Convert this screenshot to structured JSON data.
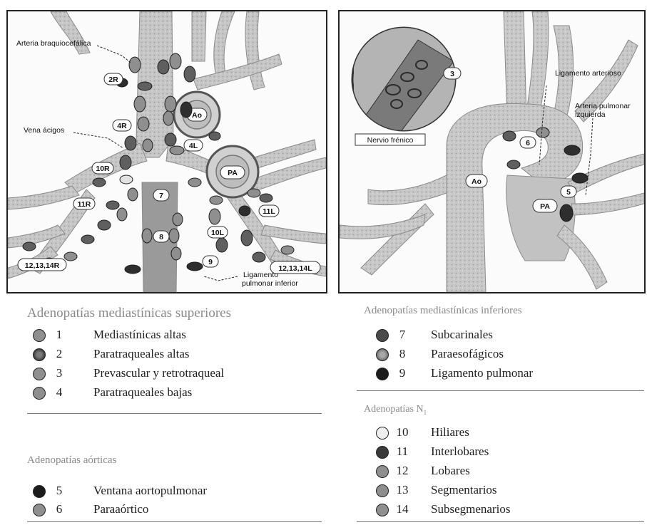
{
  "colors": {
    "tissue": "#c9c9c9",
    "tissue_dark": "#a7a7a7",
    "node_dark": "#2e2e2e",
    "node_mid": "#5f5f5f",
    "node_light": "#8f8f8f",
    "node_pale": "#e2e2e2",
    "header_gray": "#8a8a8a"
  },
  "left_panel": {
    "labels": {
      "brachiocephalic": "Arteria braquiocefálica",
      "azygos": "Vena ácigos",
      "ligament": "Ligamento",
      "ligament2": "pulmonar inferior"
    },
    "vessels": {
      "ao": "Ao",
      "pa": "PA"
    },
    "stations": [
      "2R",
      "4R",
      "4L",
      "10R",
      "11R",
      "7",
      "8",
      "9",
      "10L",
      "11L",
      "12,13,14R",
      "12,13,14L"
    ]
  },
  "right_panel": {
    "labels": {
      "phrenic": "Nervio frénico",
      "ligamentum": "Ligamento arterioso",
      "pulm_artery_1": "Arteria pulmonar",
      "pulm_artery_2": "izquierda"
    },
    "vessels": {
      "ao": "Ao",
      "pa": "PA"
    },
    "stations": [
      "3",
      "6",
      "5"
    ]
  },
  "legend": {
    "superior": {
      "title": "Adenopatías mediastínicas superiores",
      "items": [
        {
          "num": "1",
          "label": "Mediastínicas altas",
          "icon": "medium-node-icon"
        },
        {
          "num": "2",
          "label": "Paratraqueales altas",
          "icon": "dark-textured-node-icon"
        },
        {
          "num": "3",
          "label": "Prevascular y retrotraqueal",
          "icon": "medium-node-icon"
        },
        {
          "num": "4",
          "label": "Paratraqueales bajas",
          "icon": "medium-node-icon"
        }
      ]
    },
    "aortic": {
      "title": "Adenopatías aórticas",
      "items": [
        {
          "num": "5",
          "label": "Ventana aortopulmonar",
          "icon": "black-node-icon"
        },
        {
          "num": "6",
          "label": "Paraaórtico",
          "icon": "medium-node-icon"
        }
      ]
    },
    "inferior": {
      "title": "Adenopatías mediastínicas inferiores",
      "items": [
        {
          "num": "7",
          "label": "Subcarinales",
          "icon": "dark-node-icon"
        },
        {
          "num": "8",
          "label": "Paraesofágicos",
          "icon": "textured-node-icon"
        },
        {
          "num": "9",
          "label": "Ligamento pulmonar",
          "icon": "black-node-icon"
        }
      ]
    },
    "n1": {
      "title": "Adenopatías N",
      "title_sub": "1",
      "items": [
        {
          "num": "10",
          "label": "Hiliares",
          "icon": "pale-node-icon"
        },
        {
          "num": "11",
          "label": "Interlobares",
          "icon": "dark-node-icon"
        },
        {
          "num": "12",
          "label": "Lobares",
          "icon": "medium-node-icon"
        },
        {
          "num": "13",
          "label": "Segmentarios",
          "icon": "medium-node-icon"
        },
        {
          "num": "14",
          "label": "Subsegmenarios",
          "icon": "medium-node-icon"
        }
      ]
    }
  }
}
